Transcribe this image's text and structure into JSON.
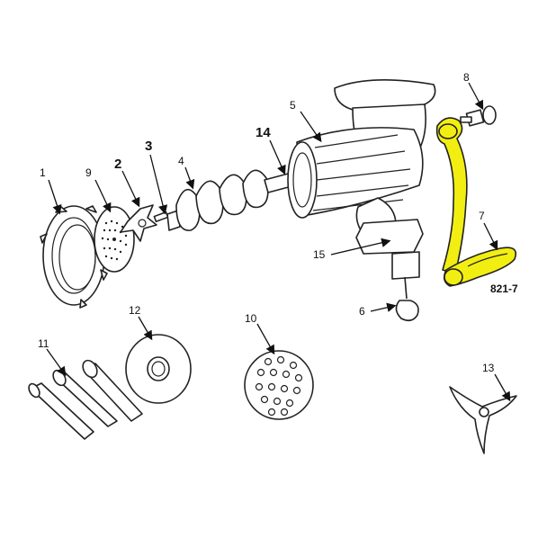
{
  "diagram": {
    "labels": {
      "p1": "1",
      "p2": "2",
      "p3": "3",
      "p4": "4",
      "p5": "5",
      "p6": "6",
      "p7": "7",
      "p8": "8",
      "p9": "9",
      "p10": "10",
      "p11": "11",
      "p12": "12",
      "p13": "13",
      "p14": "14",
      "p15": "15"
    },
    "code": "821-7"
  },
  "colors": {
    "highlight": "#f2ee12",
    "line": "#222222"
  }
}
